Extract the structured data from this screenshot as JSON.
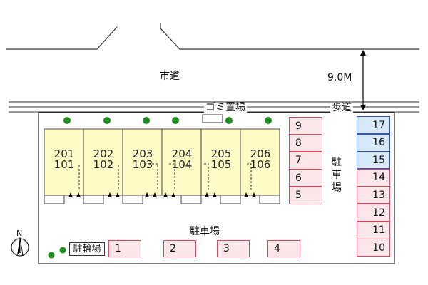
{
  "map": {
    "road_label": "市道",
    "road_width": "9.0M",
    "sidewalk_label": "歩道",
    "garbage_label": "ゴミ置場",
    "parking_label": "駐車場",
    "parking_label_vertical": [
      "駐",
      "車",
      "場"
    ],
    "bicycle_label": "駐輪場",
    "north_label": "N",
    "units": [
      {
        "upper": "201",
        "lower": "101"
      },
      {
        "upper": "202",
        "lower": "102"
      },
      {
        "upper": "203",
        "lower": "103"
      },
      {
        "upper": "204",
        "lower": "104"
      },
      {
        "upper": "205",
        "lower": "105"
      },
      {
        "upper": "206",
        "lower": "106"
      }
    ],
    "parking_middle": [
      "9",
      "8",
      "7",
      "6",
      "5"
    ],
    "parking_right": [
      "17",
      "16",
      "15",
      "14",
      "13",
      "12",
      "11",
      "10"
    ],
    "parking_right_blue": [
      "17",
      "16",
      "15"
    ],
    "parking_bottom": [
      "1",
      "2",
      "3",
      "4"
    ],
    "colors": {
      "building": "#fffbc7",
      "parking_fill": "#fbe6ea",
      "parking_border": "#d9485f",
      "parking_blue_fill": "#d7e8fb",
      "parking_blue_border": "#2f57c9",
      "tree": "#1f8c1f"
    }
  }
}
